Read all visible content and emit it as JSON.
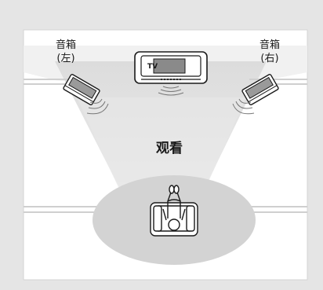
{
  "labels": {
    "speaker_left_line1": "音箱",
    "speaker_left_line2": "(左)",
    "speaker_right_line1": "音箱",
    "speaker_right_line2": "(右)",
    "tv": "TV",
    "viewing": "观看"
  },
  "colors": {
    "frame_bg": "#e5e5e5",
    "room_bg": "#ffffff",
    "wall_line": "#c8c8c8",
    "beam": "#e6e6e6",
    "floor_ellipse": "#d3d3d3",
    "outline": "#1a1a1a",
    "tv_screen": "#8a8a8a",
    "speaker_face": "#9a9a9a"
  },
  "icons": [
    "left-speaker-icon",
    "right-speaker-icon",
    "tv-icon",
    "viewer-sofa-icon",
    "sound-wave-icon"
  ]
}
